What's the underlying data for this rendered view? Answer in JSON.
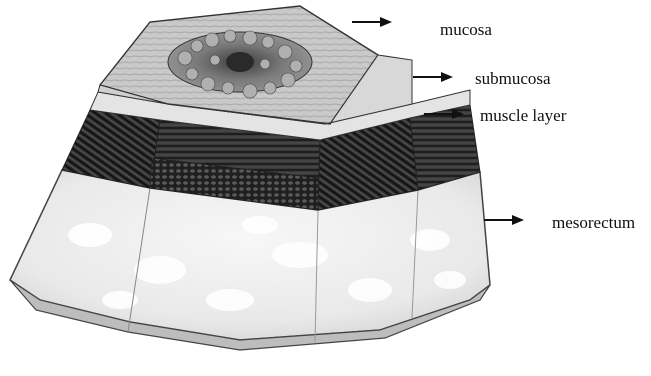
{
  "labels": {
    "mucosa": "mucosa",
    "submucosa": "submucosa",
    "muscle_layer": "muscle layer",
    "mesorectum": "mesorectum"
  },
  "colors": {
    "ink": "#111111",
    "fat": "#efefef",
    "muscle": "#2a2a2a",
    "mucosa_top": "#c8c8c8",
    "tumor": "#6a6a6a"
  }
}
